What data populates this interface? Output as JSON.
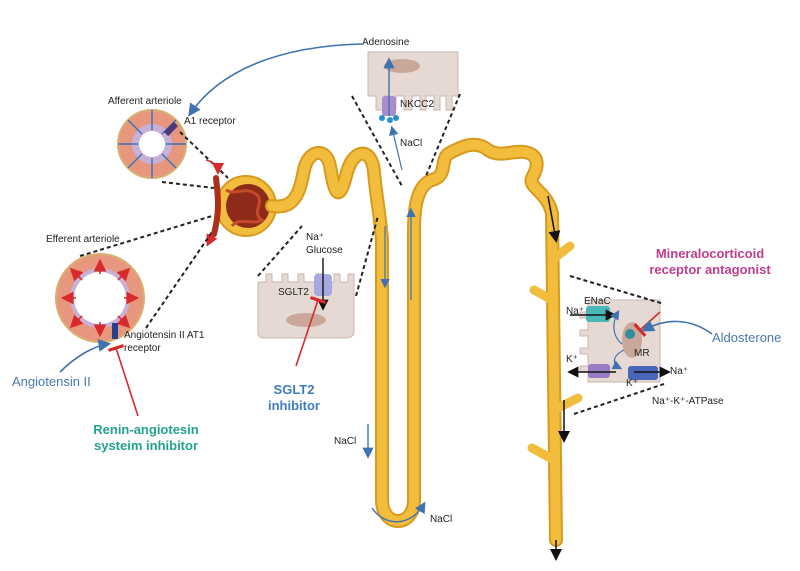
{
  "title": "Nephron drug targets diagram",
  "labels": {
    "adenosine": "Adenosine",
    "afferent_arteriole": "Afferent arteriole",
    "a1_receptor": "A1 receptor",
    "efferent_arteriole": "Efferent arteriole",
    "at1_receptor_line1": "Angiotensin II AT1",
    "at1_receptor_line2": "receptor",
    "angiotensin_ii": "Angiotensin II",
    "ras_inhibitor_line1": "Renin-angiotesin",
    "ras_inhibitor_line2": "systeim inhibitor",
    "na_plus": "Na⁺",
    "glucose": "Glucose",
    "sglt2": "SGLT2",
    "sglt2_inhibitor_line1": "SGLT2",
    "sglt2_inhibitor_line2": "inhibitor",
    "nkcc2": "NKCC2",
    "nacl_top": "NaCl",
    "nacl_descending": "NaCl",
    "nacl_loop": "NaCl",
    "mra_line1": "Mineralocorticoid",
    "mra_line2": "receptor antagonist",
    "enac": "ENaC",
    "enac_na": "Na⁺",
    "k_plus_left": "K⁺",
    "k_plus_pump": "K⁺",
    "na_plus_pump": "Na⁺",
    "mr": "MR",
    "aldosterone": "Aldosterone",
    "na_k_atpase": "Na⁺-K⁺-ATPase"
  },
  "colors": {
    "tubule": "#f2bd3c",
    "tubule_edge": "#d79a1f",
    "cell": "#e6d9d4",
    "glomerulus": "#a8301c",
    "vessel_wall": "#e8977f",
    "blue_arrow": "#3f72b0",
    "red_arrow": "#d82a2a",
    "teal": "#4ab7b8",
    "purple": "#9a7cc6"
  }
}
